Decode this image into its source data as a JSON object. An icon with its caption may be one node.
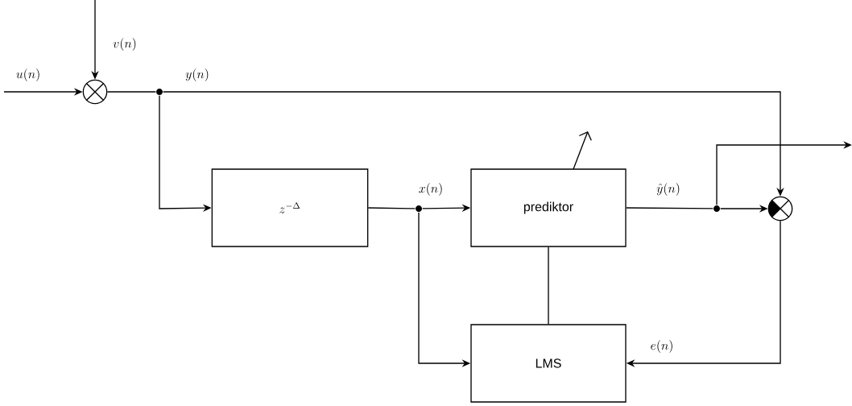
{
  "diagram": {
    "nodes": [
      {
        "text": [],
        "shape": "circle"
      },
      {
        "text": [],
        "shape": "circle"
      },
      {
        "text": [
          "z^{-\\Delta}"
        ]
      },
      {
        "text": [],
        "shape": "circle"
      },
      {
        "text": [
          "prediktor"
        ]
      },
      {
        "text": [],
        "shape": "circle"
      },
      {
        "text": [],
        "shape": "circle"
      },
      {
        "text": [
          "LMS"
        ]
      }
    ],
    "edges": [
      {
        "from": null,
        "to": 0,
        "arrow": "to",
        "label": "u(n)"
      },
      {
        "from": null,
        "to": 0,
        "arrow": "to",
        "label": "v(n)"
      },
      {
        "from": 0,
        "to": 1,
        "arrow": "none"
      },
      {
        "from": 1,
        "to": 6,
        "arrow": "to",
        "label": "y(n)"
      },
      {
        "from": 1,
        "to": 2,
        "arrow": "to"
      },
      {
        "from": 2,
        "to": 3,
        "arrow": "none"
      },
      {
        "from": 3,
        "to": 4,
        "arrow": "to",
        "label": "x(n)"
      },
      {
        "from": 3,
        "to": 7,
        "arrow": "to"
      },
      {
        "from": 4,
        "to": 5,
        "arrow": "none",
        "label": "\\hat{y}(n)"
      },
      {
        "from": 5,
        "to": 6,
        "arrow": "to"
      },
      {
        "from": 5,
        "to": null,
        "arrow": "to"
      },
      {
        "from": 6,
        "to": 7,
        "arrow": "to",
        "label": "e(n)"
      },
      {
        "from": 4,
        "to": 7,
        "arrow": "none"
      }
    ]
  }
}
